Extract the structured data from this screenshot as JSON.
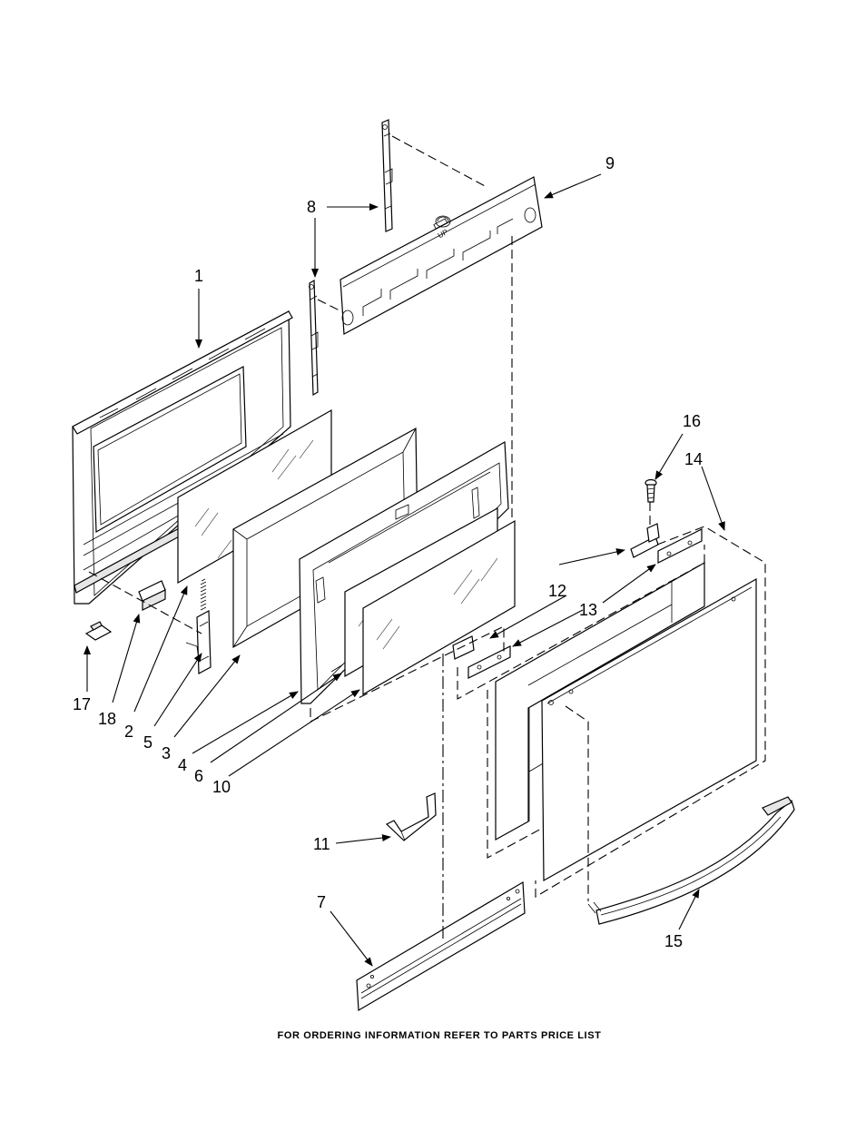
{
  "callouts": {
    "c1": "1",
    "c2": "2",
    "c3": "3",
    "c4": "4",
    "c5": "5",
    "c6": "6",
    "c7": "7",
    "c8": "8",
    "c9": "9",
    "c10": "10",
    "c11": "11",
    "c12": "12",
    "c13": "13",
    "c14": "14",
    "c15": "15",
    "c16": "16",
    "c17": "17",
    "c18": "18"
  },
  "panel_marking": "UP",
  "footer": "FOR ORDERING INFORMATION REFER TO PARTS PRICE LIST"
}
